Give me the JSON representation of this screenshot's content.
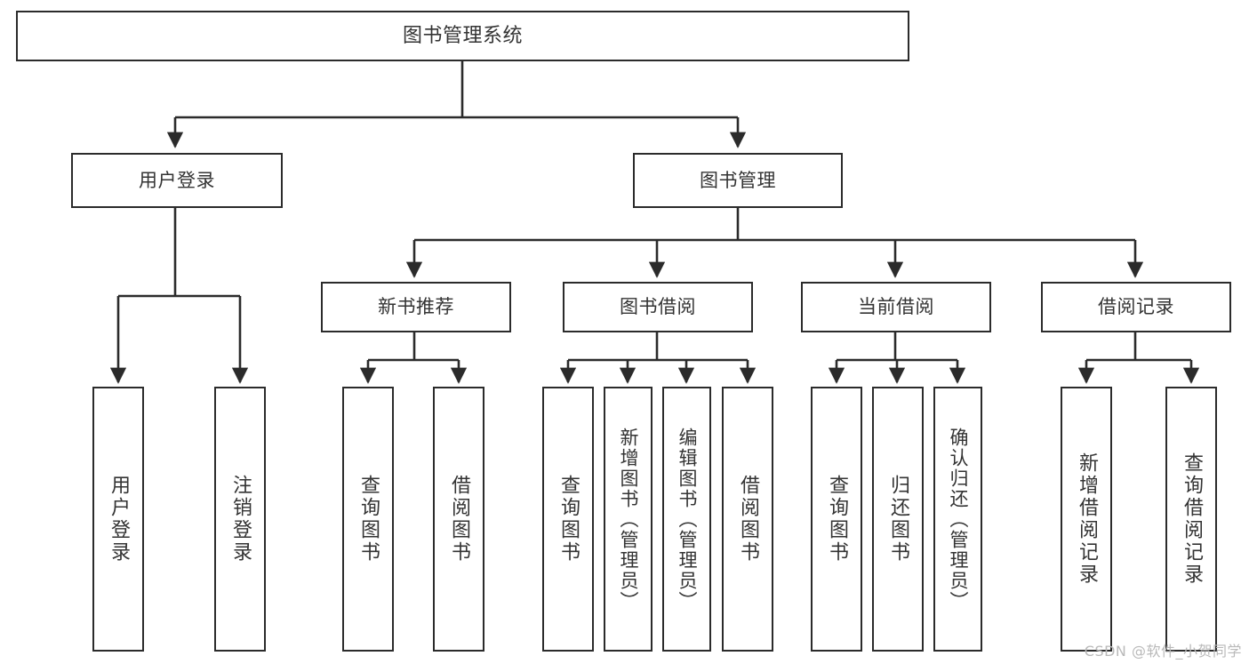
{
  "diagram": {
    "title": "图书管理系统",
    "type": "tree-hierarchy-chart",
    "stroke_color": "#2b2b2b",
    "text_color": "#333333",
    "background_color": "#ffffff",
    "root": {
      "label": "图书管理系统"
    },
    "level2": [
      {
        "label": "用户登录"
      },
      {
        "label": "图书管理"
      }
    ],
    "level3": [
      {
        "label": "新书推荐"
      },
      {
        "label": "图书借阅"
      },
      {
        "label": "当前借阅"
      },
      {
        "label": "借阅记录"
      }
    ],
    "leaves": {
      "user_login": [
        {
          "label": "用户登录"
        },
        {
          "label": "注销登录"
        }
      ],
      "new_book_recommend": [
        {
          "label": "查询图书"
        },
        {
          "label": "借阅图书"
        }
      ],
      "book_borrow": [
        {
          "label": "查询图书"
        },
        {
          "label": "新增图书（管理员）"
        },
        {
          "label": "编辑图书（管理员）"
        },
        {
          "label": "借阅图书"
        }
      ],
      "current_borrow": [
        {
          "label": "查询图书"
        },
        {
          "label": "归还图书"
        },
        {
          "label": "确认归还（管理员）"
        }
      ],
      "borrow_record": [
        {
          "label": "新增借阅记录"
        },
        {
          "label": "查询借阅记录"
        }
      ]
    }
  },
  "watermark": {
    "text": "CSDN @软件_小贺同学"
  }
}
